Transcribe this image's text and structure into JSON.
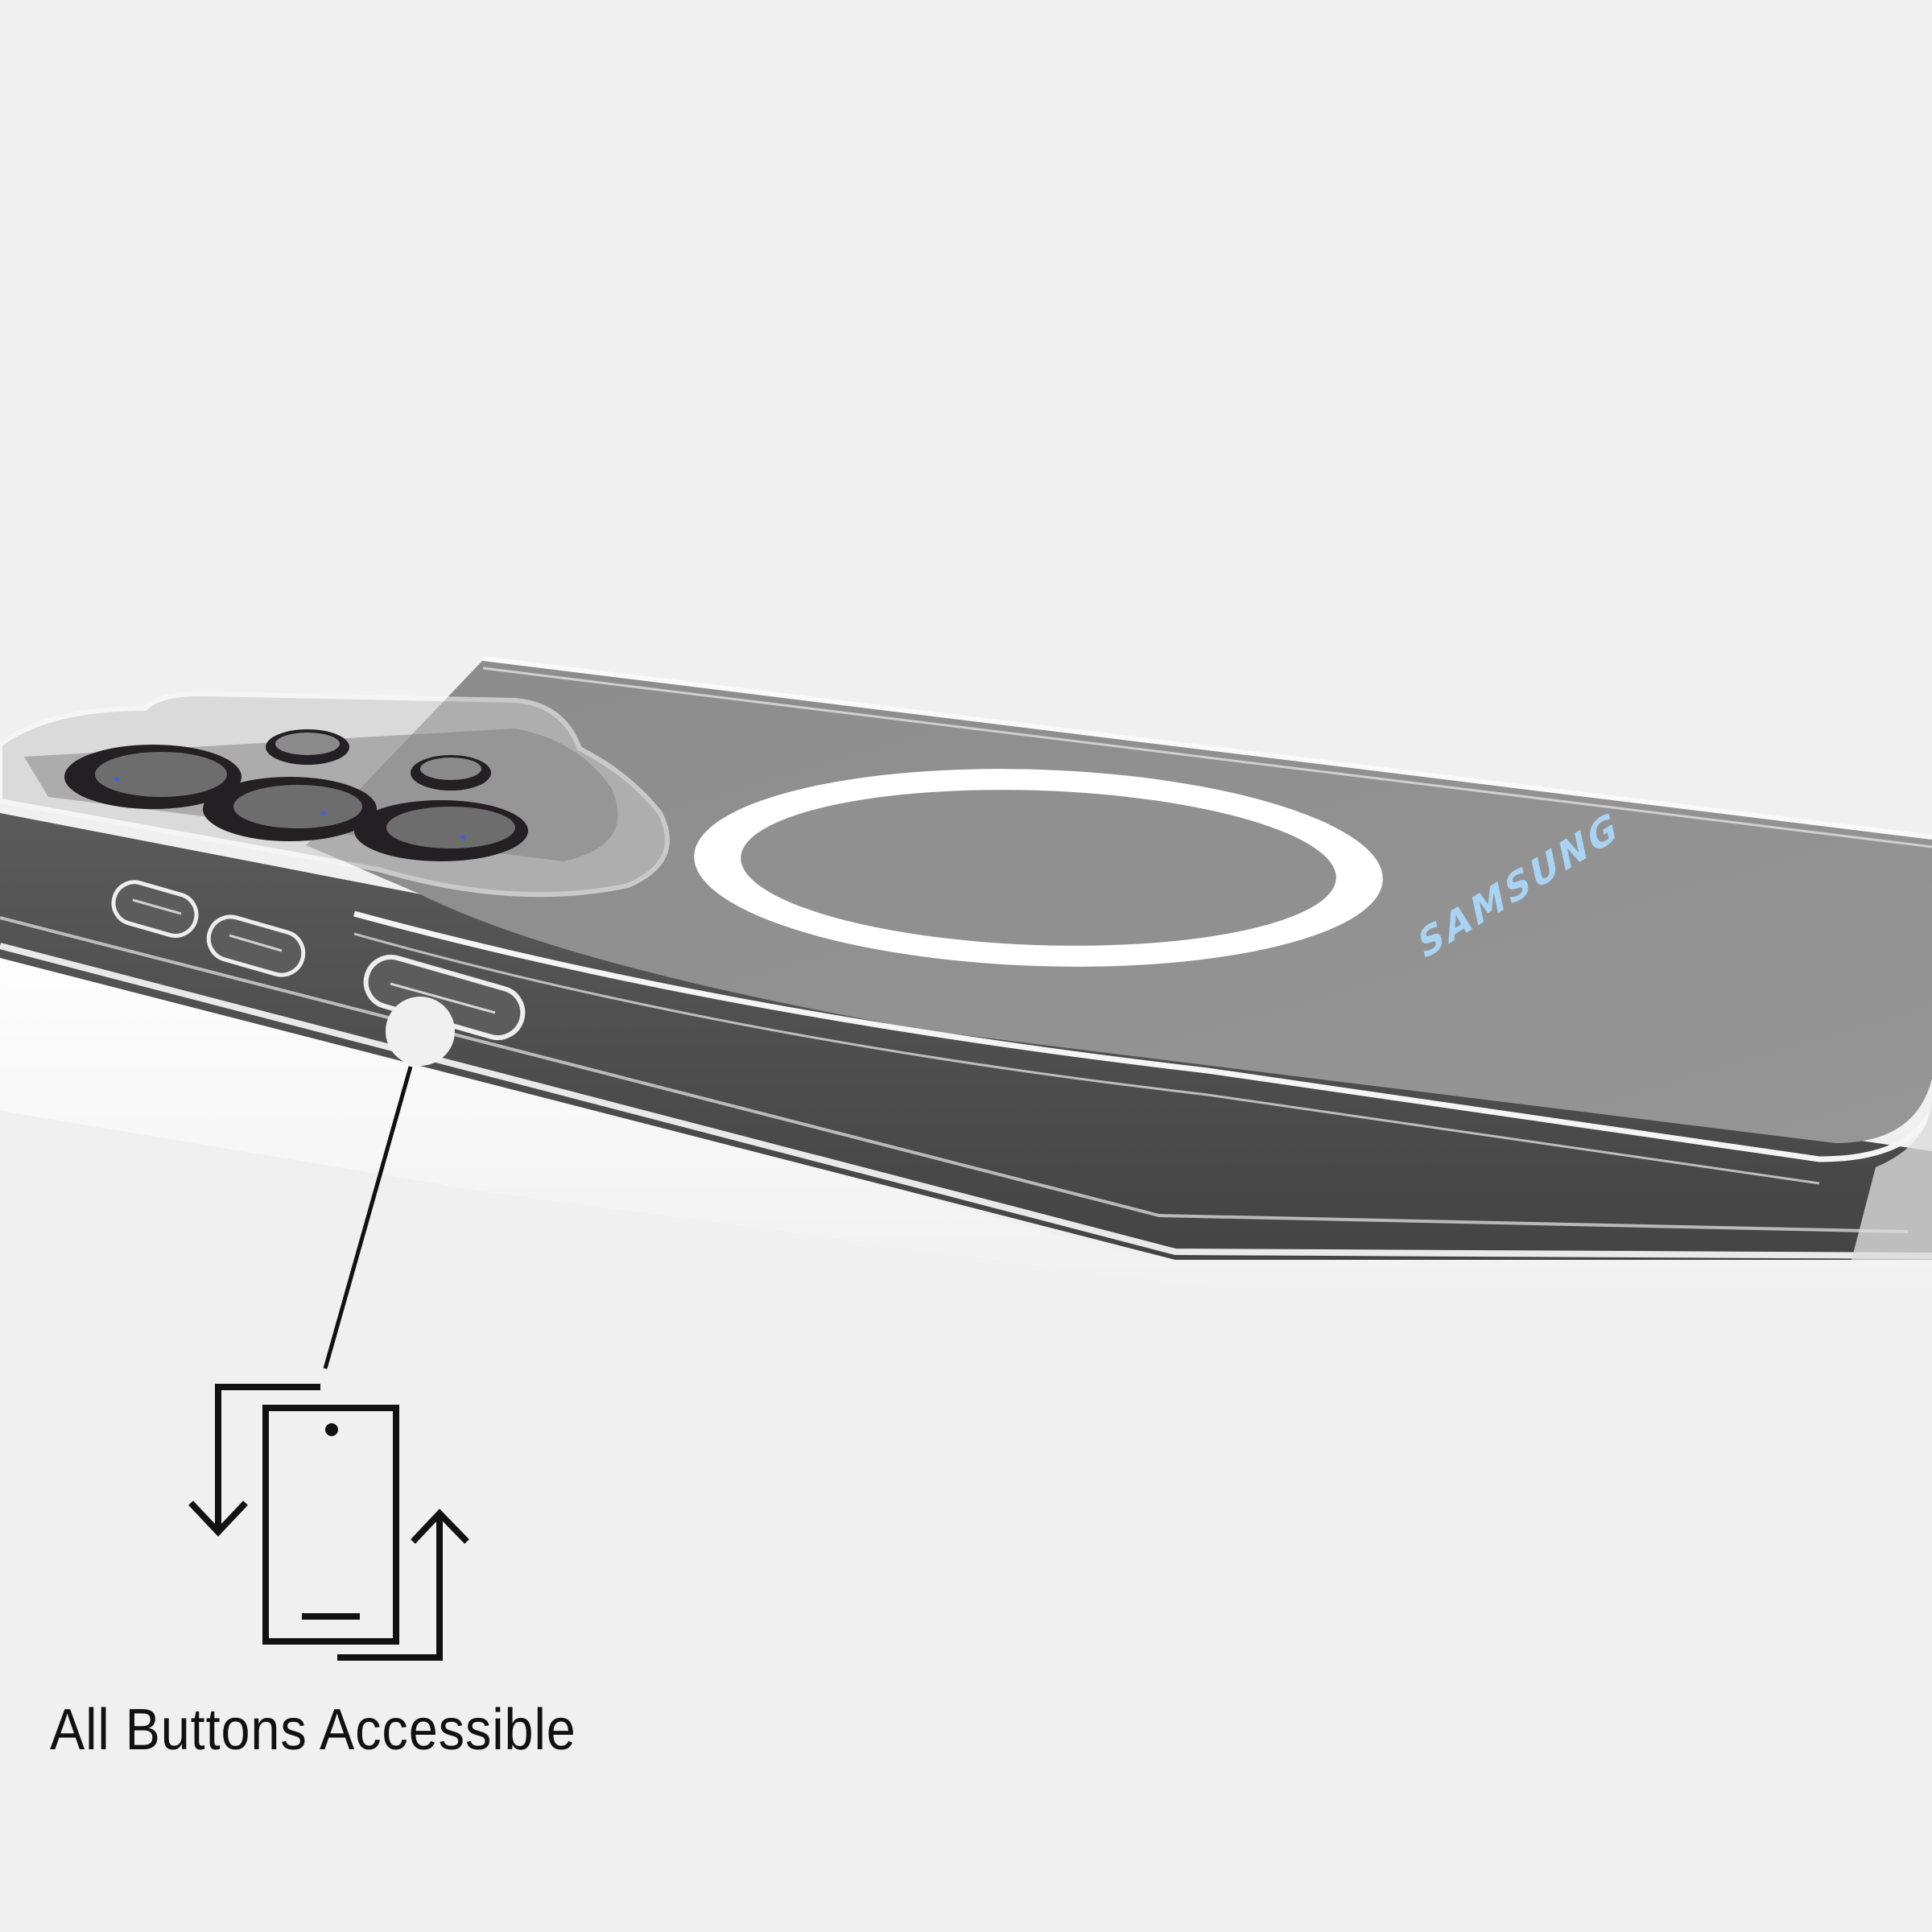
{
  "product": {
    "brand_logo_text": "SAMSUNG",
    "description": "Clear phone case with magnetic ring, shown at an angle from the side",
    "camera_lens_count": 5,
    "side_button_cutouts": 3
  },
  "callout": {
    "feature_label": "All Buttons Accessible",
    "icon": "phone-rotate-icon"
  },
  "colors": {
    "background": "#f0f0f0",
    "phone_back": "#8f8f8f",
    "phone_side": "#4e4e4e",
    "mag_ring": "#ffffff",
    "logo": "#a9d3f2",
    "icon_stroke": "#111111",
    "lens_ring": "#231f23"
  }
}
